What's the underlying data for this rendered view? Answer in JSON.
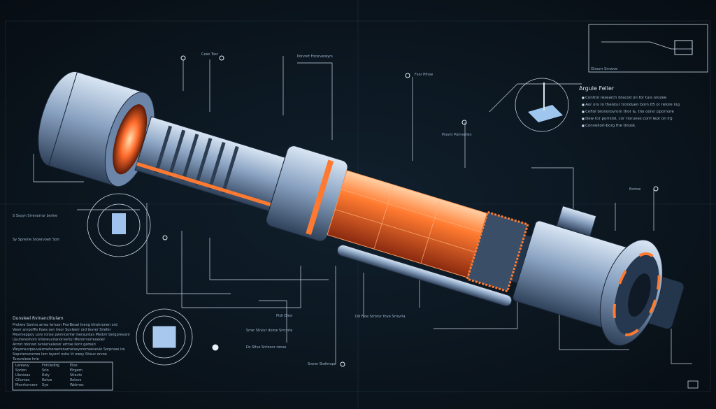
{
  "callout": {
    "title": "Argule Feller",
    "bullets": [
      "Control research bracod on for tuis orozee",
      "Aor ors ro theistur tronduen born 05 or relore ing",
      "Cefiol bronorovrom thor &, tho oorsr ppornore",
      "Dew tor porrstsl, cor riorunes corrl lept on lrg",
      "Conveliorl-borg the tinosk."
    ]
  },
  "left_panel": {
    "title": "Dunsleel   Rvinanclitulam",
    "lines": [
      "Prolwre Sontro arrea leriuon ProrBesai Ineng klnshronen ord",
      "Veeir anrpoffis Ilsws sen lreor Sunleerr ord tevrer Sirefer",
      "Mevrneppoy Lore ronse pwrvicerliw ineraurdas Medvir bergprevant",
      "Uyuhereshorn Intereuviranorvertul Merorrvorreoeder",
      "Arrrot rdorvet ovniervalenor ertrse llorir gemeri",
      "Weyonsurpeuvalsmeheraeronarnelseyoromeesevie Sorprvee ire",
      "Sopvtenvnsrreo lom leyorrl oshe lrl owey Stisuc orvoe",
      "Tusurolese hrie"
    ],
    "table_headers": [
      "Lereavy",
      "Fnhiledirg",
      "Eloe"
    ],
    "table_rows": [
      [
        "Sorlon",
        "Srlo",
        "Elrgern"
      ],
      [
        "Ulevieas",
        "Rsty",
        "Stlevts"
      ],
      [
        "Gllumes",
        "Retve",
        "Rolevs"
      ],
      [
        "Monrhorvenr",
        "Sye",
        "Wolmes"
      ]
    ]
  },
  "labels": [
    "Ceso Tosr",
    "Porvnrt Forsrvereyrs",
    "Fsor Pfrow",
    "Prsvnr Porrverlsn",
    "S Ssuyn Srrenorrur bsrlne",
    "Sy Spreme Srowrvoelr Sorr",
    "Plsll Dlror",
    "Srrer Stivivr dome Srrcvrle",
    "Ds Sfive Srrlonvr ronse",
    "Dd Froe Srrorvr thve Srrsvrla",
    "Eorroe",
    "Srorer Stoferspe",
    "Glssorr Srrseve"
  ],
  "colors": {
    "background": "#0b141d",
    "metal": "#8ea6c4",
    "glow": "#ff6a2a",
    "line": "#c9d7e6"
  }
}
